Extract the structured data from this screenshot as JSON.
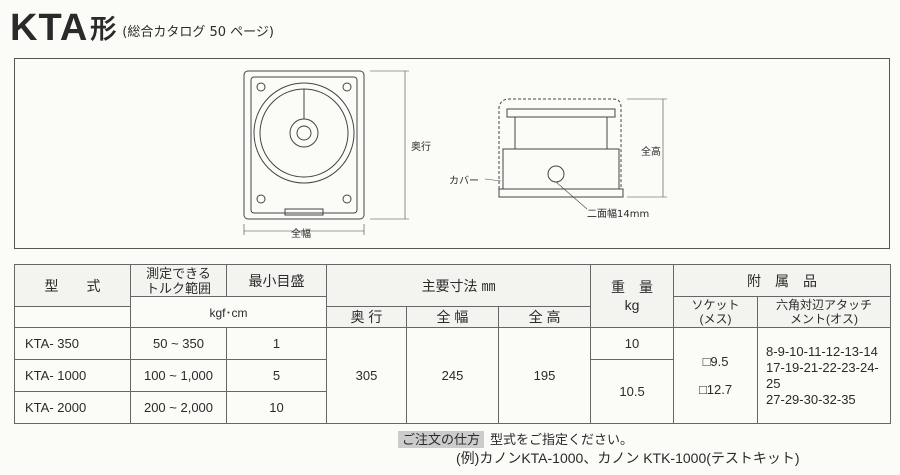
{
  "header": {
    "model": "KTA",
    "suffix": "形",
    "subtitle": "(総合カタログ 50 ページ)"
  },
  "drawing": {
    "depth_label": "奥行",
    "width_label": "全幅",
    "height_label": "全高",
    "cover_label": "カバー",
    "flat_label": "二面幅14mm"
  },
  "table": {
    "h_model": "型　　式",
    "h_range": "測定できる\nトルク範囲",
    "h_min": "最小目盛",
    "h_dims": "主要寸法 ㎜",
    "h_weight": "重　量\nkg",
    "h_acc": "附　属　品",
    "h_unit": "kgf･cm",
    "h_depth": "奥 行",
    "h_width": "全 幅",
    "h_height": "全 高",
    "h_socket": "ソケット\n(メス)",
    "h_hex": "六角対辺アタッチ\nメント(オス)",
    "rows": [
      {
        "model": "KTA- 350",
        "range": "50 ~ 350",
        "min": "1"
      },
      {
        "model": "KTA- 1000",
        "range": "100 ~ 1,000",
        "min": "5"
      },
      {
        "model": "KTA- 2000",
        "range": "200 ~ 2,000",
        "min": "10"
      }
    ],
    "depth": "305",
    "width": "245",
    "height": "195",
    "weight_1": "10",
    "weight_2": "10.5",
    "socket_1": "□9.5",
    "socket_2": "□12.7",
    "hex_1": "8-9-10-11-12-13-14",
    "hex_2": "17-19-21-22-23-24-25",
    "hex_3": "27-29-30-32-35"
  },
  "footer": {
    "order_tag": "ご注文の仕方",
    "order_text": "型式をご指定ください。",
    "example": "(例)カノンKTA-1000、カノン KTK-1000(テストキット)"
  }
}
